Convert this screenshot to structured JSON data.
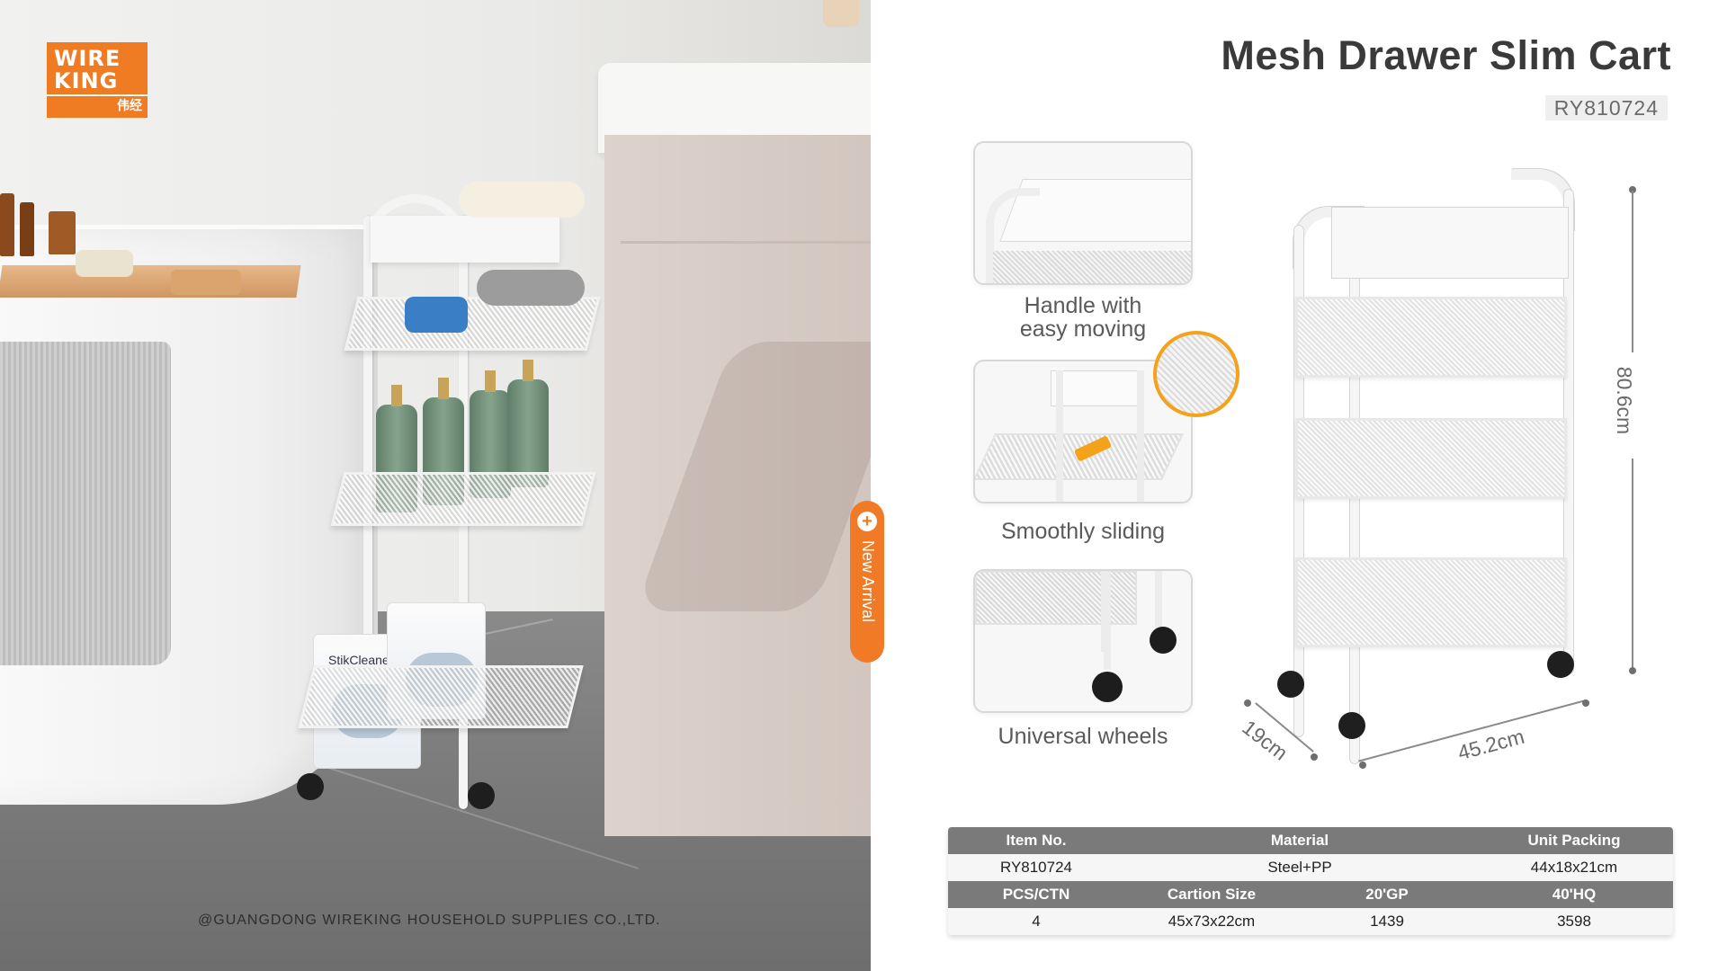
{
  "brand": {
    "logo_line1": "WIRE",
    "logo_line2": "KING",
    "logo_cn": "伟经",
    "accent_color": "#ef7b22"
  },
  "photo": {
    "copyright": "@GUANGDONG WIREKING HOUSEHOLD SUPPLIES CO.,LTD.",
    "pouch_label": "StikCleaner"
  },
  "tab": {
    "icon": "plus-icon",
    "label": "New Arrival"
  },
  "product": {
    "title": "Mesh Drawer Slim Cart",
    "code": "RY810724"
  },
  "features": [
    {
      "label_line1": "Handle with",
      "label_line2": "easy moving"
    },
    {
      "label_line1": "Smoothly sliding",
      "label_line2": ""
    },
    {
      "label_line1": "Universal wheels",
      "label_line2": ""
    }
  ],
  "dimensions": {
    "height": "80.6cm",
    "depth": "19cm",
    "width": "45.2cm"
  },
  "spec_table": {
    "row1_headers": [
      "Item No.",
      "Material",
      "Unit Packing"
    ],
    "row1_values": [
      "RY810724",
      "Steel+PP",
      "44x18x21cm"
    ],
    "row2_headers": [
      "PCS/CTN",
      "Cartion Size",
      "20'GP",
      "40'HQ"
    ],
    "row2_values": [
      "4",
      "45x73x22cm",
      "1439",
      "3598"
    ]
  }
}
